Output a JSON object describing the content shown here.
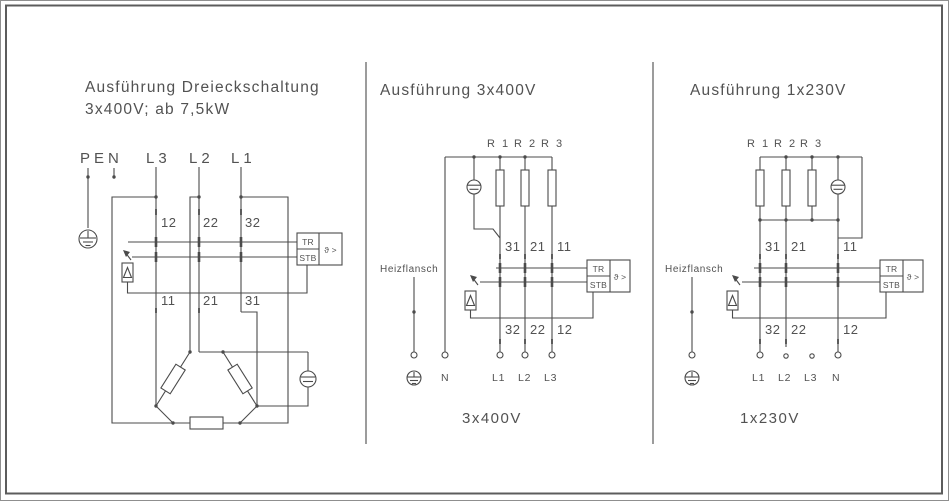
{
  "colors": {
    "line": "#4b4b4b",
    "text": "#525252",
    "background": "#ffffff"
  },
  "panels": [
    {
      "title1": "Ausführung Dreieckschaltung",
      "title2": "3x400V; ab 7,5kW",
      "pen": "PEN",
      "l3": "L3",
      "l2": "L2",
      "l1": "L1",
      "t12": "12",
      "t22": "22",
      "t32": "32",
      "t11": "11",
      "t21": "21",
      "t31": "31",
      "tr": "TR",
      "stb": "STB",
      "theta": "ϑ >"
    },
    {
      "title": "Ausführung 3x400V",
      "r1": "R 1",
      "r2": "R 2",
      "r3": "R 3",
      "flange": "Heizflansch",
      "t31": "31",
      "t21": "21",
      "t11": "11",
      "t32": "32",
      "t22": "22",
      "t12": "12",
      "tr": "TR",
      "stb": "STB",
      "theta": "ϑ >",
      "n": "N",
      "l1": "L1",
      "l2": "L2",
      "l3": "L3",
      "caption": "3x400V"
    },
    {
      "title": "Ausführung 1x230V",
      "r1": "R 1",
      "r2": "R 2",
      "r3": "R 3",
      "flange": "Heizflansch",
      "t31": "31",
      "t21": "21",
      "t11": "11",
      "t32": "32",
      "t22": "22",
      "t12": "12",
      "tr": "TR",
      "stb": "STB",
      "theta": "ϑ >",
      "l1": "L1",
      "l2": "L2",
      "l3": "L3",
      "n": "N",
      "caption": "1x230V"
    }
  ]
}
